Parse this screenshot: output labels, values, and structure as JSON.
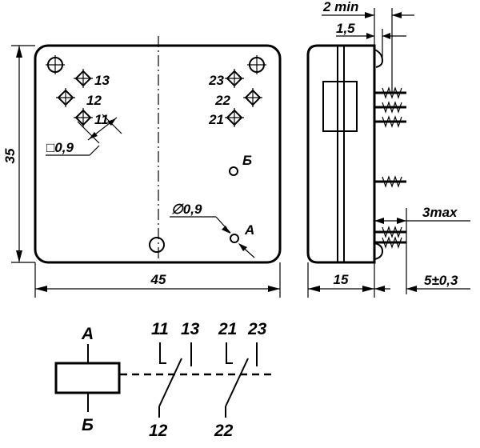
{
  "front_view": {
    "height_dim": "35",
    "width_dim": "45",
    "pins_left": [
      "13",
      "12",
      "11"
    ],
    "pins_right": [
      "23",
      "22",
      "21"
    ],
    "square_pin": "□0,9",
    "round_pin": "∅0,9",
    "coil_a": "A",
    "coil_b": "Б"
  },
  "side_view": {
    "top_clearance": "2 min",
    "top_offset": "1,5",
    "pin_length_max": "3max",
    "depth_dim": "15",
    "pin_length": "5±0,3"
  },
  "schematic": {
    "coil_top": "A",
    "coil_bottom": "Б",
    "contact1_common": "11",
    "contact1_no": "13",
    "contact1_nc": "12",
    "contact2_common": "21",
    "contact2_no": "23",
    "contact2_nc": "22"
  }
}
